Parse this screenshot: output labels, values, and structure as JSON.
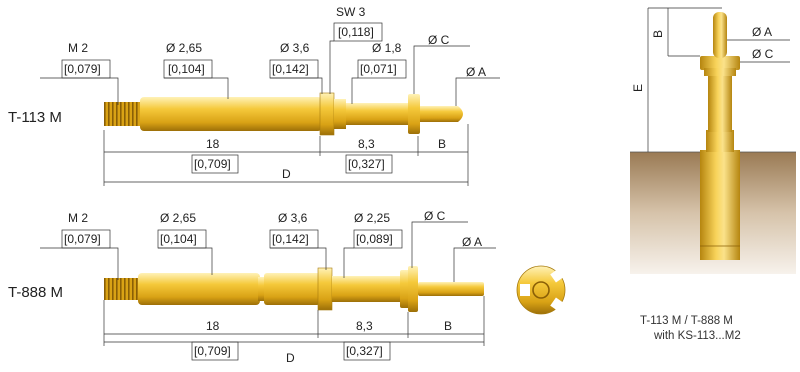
{
  "pins": [
    {
      "name": "T-113 M",
      "callouts": {
        "thread": {
          "mm": "M 2",
          "inch": "[0,079]"
        },
        "barrel": {
          "mm": "Ø 2,65",
          "inch": "[0,104]"
        },
        "collar": {
          "mm": "Ø 3,6",
          "inch": "[0,142]"
        },
        "wrench": {
          "mm": "SW 3",
          "inch": "[0,118]"
        },
        "plunger": {
          "mm": "Ø 1,8",
          "inch": "[0,071]"
        },
        "c": "Ø C",
        "a": "Ø A"
      },
      "lengths": {
        "l1_mm": "18",
        "l1_inch": "[0,709]",
        "l2_mm": "8,3",
        "l2_inch": "[0,327]",
        "b": "B",
        "d": "D"
      }
    },
    {
      "name": "T-888 M",
      "callouts": {
        "thread": {
          "mm": "M 2",
          "inch": "[0,079]"
        },
        "barrel": {
          "mm": "Ø 2,65",
          "inch": "[0,104]"
        },
        "collar": {
          "mm": "Ø 3,6",
          "inch": "[0,142]"
        },
        "plunger": {
          "mm": "Ø 2,25",
          "inch": "[0,089]"
        },
        "c": "Ø C",
        "a": "Ø A"
      },
      "lengths": {
        "l1_mm": "18",
        "l1_inch": "[0,709]",
        "l2_mm": "8,3",
        "l2_inch": "[0,327]",
        "b": "B",
        "d": "D"
      }
    }
  ],
  "side_view": {
    "labels": {
      "a": "Ø A",
      "c": "Ø C",
      "b": "B",
      "e": "E"
    },
    "caption_line1": "T-113 M / T-888 M",
    "caption_line2": "with KS-113...M2"
  },
  "colors": {
    "gold_light": "#fbe28a",
    "gold_mid": "#e8b92a",
    "gold_dark": "#b5850f",
    "ground_top": "#9a7a54",
    "ground_bottom": "#f4ede4"
  }
}
